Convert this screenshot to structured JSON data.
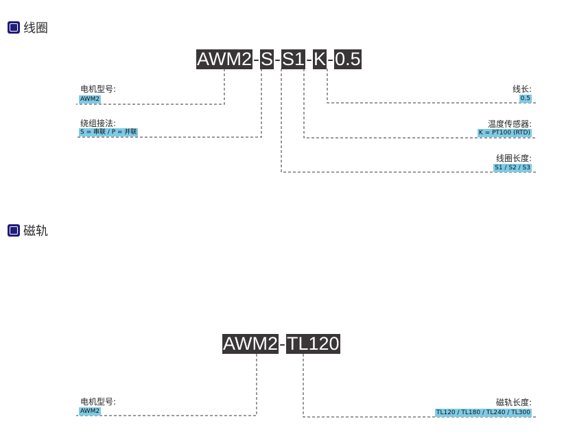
{
  "coil": {
    "title": "线圈",
    "code": [
      "AWM2",
      "S",
      "S1",
      "K",
      "0.5"
    ],
    "separator": "-",
    "fields": [
      {
        "label": "电机型号:",
        "value": "AWM2"
      },
      {
        "label": "绕组接法:",
        "value": "S = 串联 / P = 并联"
      },
      {
        "label": "线长:",
        "value": "0.5"
      },
      {
        "label": "温度传感器:",
        "value": "K = PT100 (RTD)"
      },
      {
        "label": "线圈长度:",
        "value": "S1 / S2 / S3"
      }
    ]
  },
  "track": {
    "title": "磁轨",
    "code": [
      "AWM2",
      "TL120"
    ],
    "separator": "-",
    "fields": [
      {
        "label": "电机型号:",
        "value": "AWM2"
      },
      {
        "label": "磁轨长度:",
        "value": "TL120 / TL180 / TL240 / TL300"
      }
    ]
  }
}
